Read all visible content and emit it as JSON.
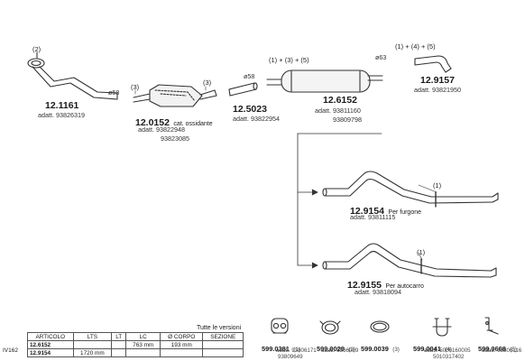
{
  "parts": [
    {
      "code": "12.1161",
      "desc": "",
      "refs": [
        "adatt. 93826319"
      ],
      "callout": "(2)",
      "diameter": "ø58"
    },
    {
      "code": "12.0152",
      "desc": "cat. ossidante",
      "refs": [
        "adatt. 93822948",
        "93823085"
      ],
      "callouts": [
        "(3)",
        "(3)"
      ]
    },
    {
      "code": "12.5023",
      "desc": "",
      "refs": [
        "adatt. 93822954"
      ],
      "diameter": "ø58"
    },
    {
      "code": "12.6152",
      "desc": "",
      "refs": [
        "adatt. 93811160",
        "93809798"
      ],
      "callout": "(1) + (3) + (5)",
      "diameter": "ø63"
    },
    {
      "code": "12.9157",
      "desc": "",
      "refs": [
        "adatt. 93821950"
      ],
      "callout": "(1) + (4) + (5)"
    },
    {
      "code": "12.9154",
      "desc": "Per furgone",
      "refs": [
        "adatt. 93811115"
      ],
      "callout": "(1)"
    },
    {
      "code": "12.9155",
      "desc": "Per autocarro",
      "refs": [
        "adatt. 93818094"
      ],
      "callout": "(1)"
    }
  ],
  "table": {
    "title": "Tutte le versioni",
    "side_label": "IV162",
    "headers": [
      "ARTICOLO",
      "LTS",
      "LT",
      "LC",
      "Ø CORPO",
      "SEZIONE"
    ],
    "rows": [
      [
        "12.6152",
        "",
        "",
        "763 mm",
        "193 mm",
        ""
      ],
      [
        "12.9154",
        "1720 mm",
        "",
        "",
        "",
        ""
      ]
    ]
  },
  "accessories": [
    {
      "code": "599.0381",
      "qty": "(1)",
      "refs": [
        "adatt. 93806171",
        "93809649"
      ],
      "icon": "rubber-hanger-icon"
    },
    {
      "code": "599.0029",
      "qty": "(2)",
      "refs": [
        "adatt. 8566089"
      ],
      "icon": "gasket-ring-icon"
    },
    {
      "code": "599.0039",
      "qty": "(3)",
      "refs": [],
      "icon": "clamp-ring-icon"
    },
    {
      "code": "599.0041",
      "qty": "(4)",
      "refs": [
        "adatt. 5006160005",
        "5010317402"
      ],
      "icon": "u-bolt-clamp-icon"
    },
    {
      "code": "599.0668",
      "qty": "(5)",
      "refs": [
        "adatt. 93806116"
      ],
      "icon": "bracket-icon"
    }
  ]
}
